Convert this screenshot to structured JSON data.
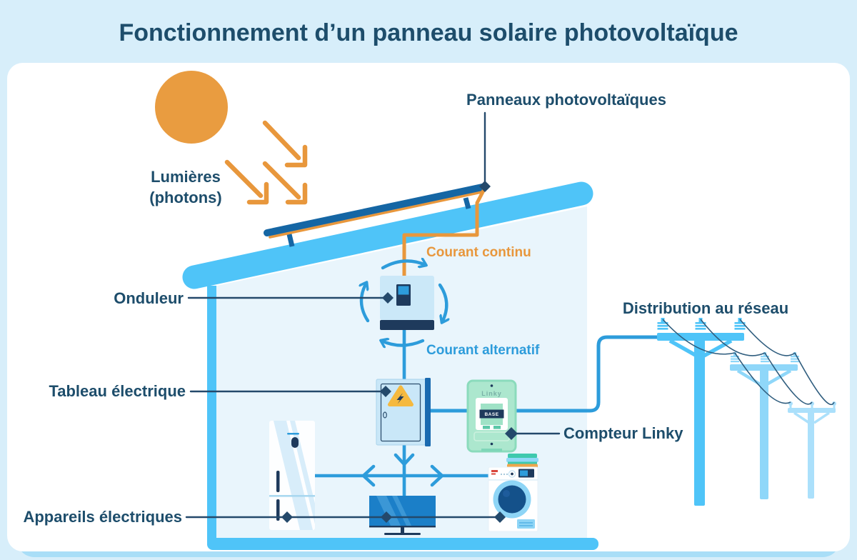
{
  "title": "Fonctionnement d’un panneau solaire photovoltaïque",
  "diagram": {
    "labels": {
      "light_line1": "Lumières",
      "light_line2": "(photons)",
      "panels": "Panneaux photovoltaïques",
      "dc_current": "Courant continu",
      "inverter": "Onduleur",
      "ac_current": "Courant alternatif",
      "electrical_panel": "Tableau électrique",
      "meter": "Compteur Linky",
      "grid": "Distribution au réseau",
      "appliances": "Appareils électriques"
    },
    "meter_device": {
      "brand": "Linky",
      "display_mode": "BASE"
    },
    "colors": {
      "background": "#D7EEFA",
      "card": "#FFFFFF",
      "card_shadow": "#A9DEF7",
      "navy_text": "#1D4D6B",
      "orange": "#E8973C",
      "sun": "#E99C40",
      "sky_blue": "#4FC4F8",
      "house_interior": "#E9F5FC",
      "wire_blue": "#2D9CDB",
      "panel_blue": "#1566A4",
      "dark_navy": "#1E3A5C",
      "electrical_panel_fill": "#C9E7F8",
      "warning_yellow": "#F5B93F",
      "linky_mint": "#ACE7CE",
      "tv_blue": "#1B7FC8",
      "towel_teal": "#3FC9AE",
      "towel_orange": "#EFA64C",
      "pole1": "#4FC4F8",
      "pole2": "#8FD7F9",
      "pole3": "#ABE0FB"
    }
  }
}
